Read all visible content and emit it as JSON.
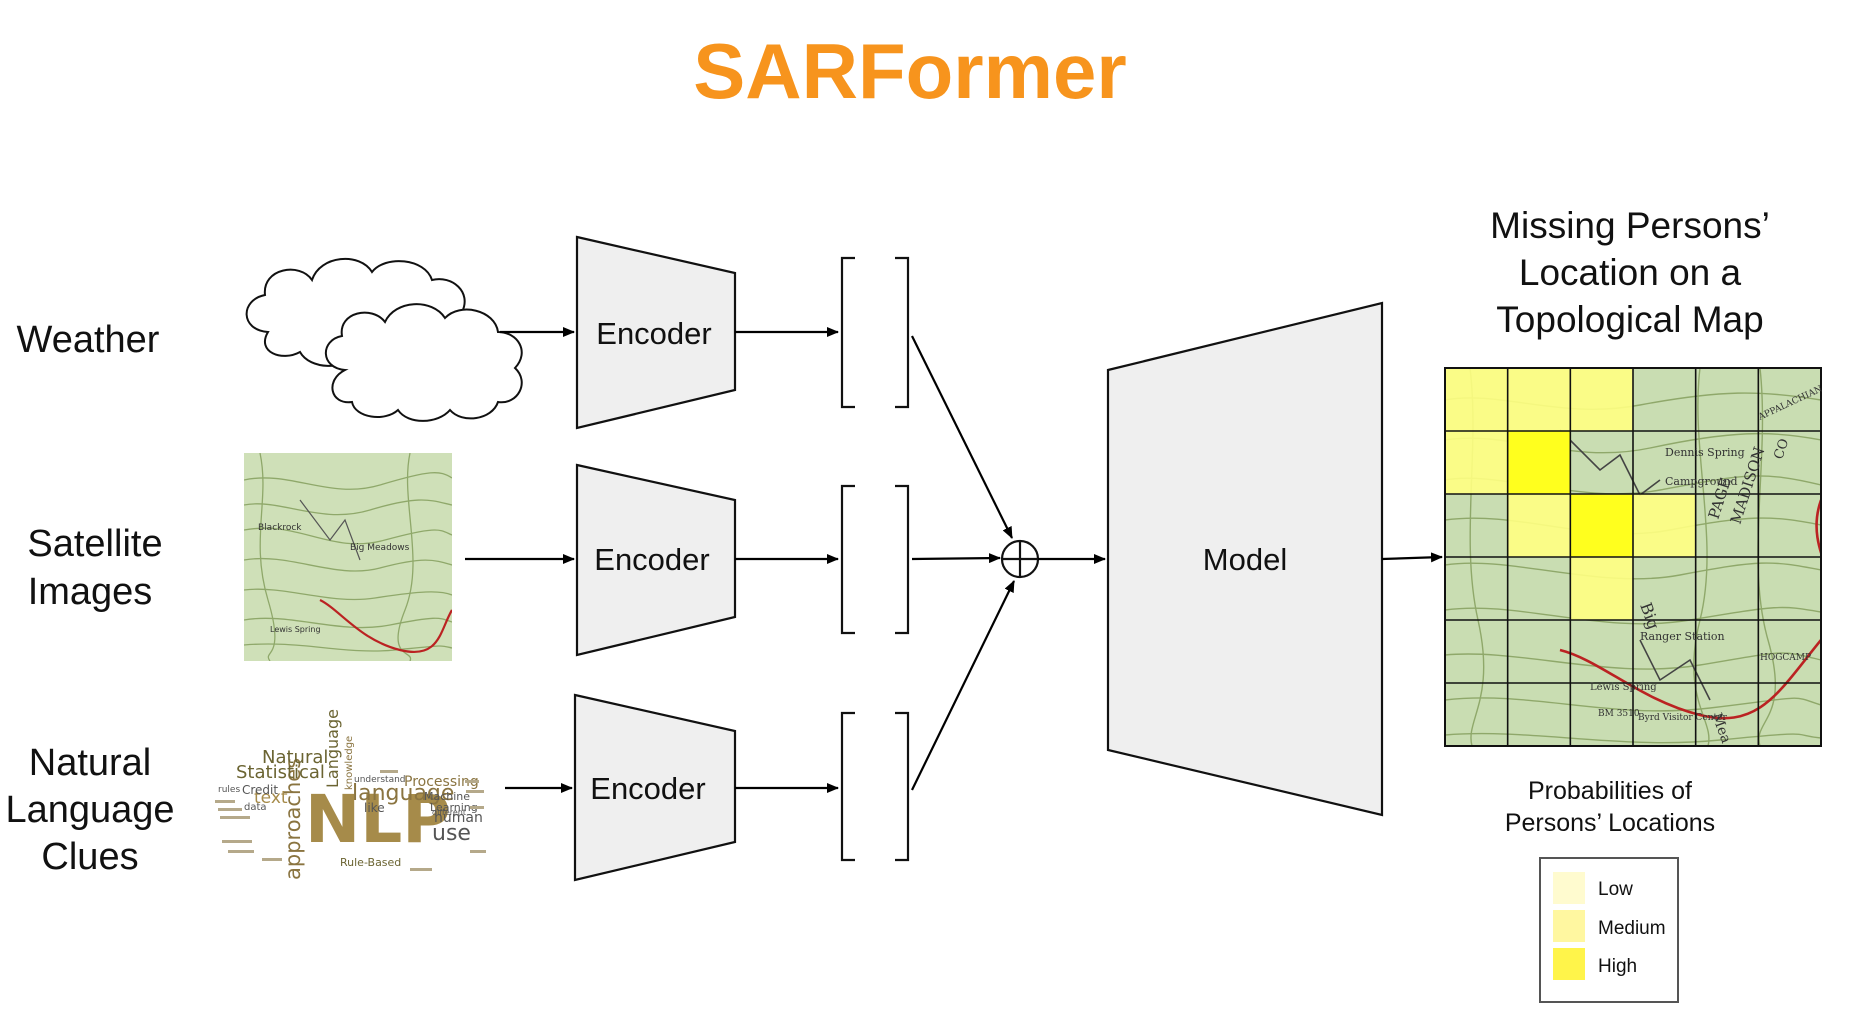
{
  "title": "SARFormer",
  "inputs": {
    "weather": "Weather",
    "satellite": [
      "Satellite",
      "Images"
    ],
    "nlp": [
      "Natural",
      "Language",
      "Clues"
    ]
  },
  "encoder_label": "Encoder",
  "model_label": "Model",
  "output_title": [
    "Missing Persons’",
    "Location on a",
    "Topological Map"
  ],
  "caption": [
    "Probabilities of",
    "Persons’ Locations"
  ],
  "legend": [
    {
      "label": "Low",
      "color": "#fffbcf"
    },
    {
      "label": "Medium",
      "color": "#fff7a0"
    },
    {
      "label": "High",
      "color": "#fff44a"
    }
  ],
  "colors": {
    "title": "#f7941d",
    "map_green": "#c9ddb2",
    "map_contour": "#8fa86a",
    "cell_low": "#ffffc4",
    "cell_medium": "#ffff7a",
    "cell_high": "#ffff1e"
  },
  "probability_grid": [
    [
      "medium",
      "medium",
      "medium",
      "none",
      "none",
      "none"
    ],
    [
      "medium",
      "high",
      "none",
      "none",
      "none",
      "none"
    ],
    [
      "none",
      "medium",
      "high",
      "medium",
      "none",
      "none"
    ],
    [
      "none",
      "none",
      "medium",
      "none",
      "none",
      "none"
    ],
    [
      "none",
      "none",
      "none",
      "none",
      "none",
      "none"
    ],
    [
      "none",
      "none",
      "none",
      "none",
      "none",
      "none"
    ]
  ],
  "wordcloud": [
    "NLP",
    "approaches",
    "language",
    "Natural",
    "Statistical",
    "Language",
    "Processing",
    "text",
    "use",
    "human",
    "knowledge",
    "Machine",
    "Learning",
    "Rule-Based",
    "data",
    "like",
    "Credit",
    "rules",
    "understand",
    "different"
  ],
  "map_text": [
    "Blackrock",
    "Big Meadows",
    "Lewis Spring",
    "Byrd Visitor Center",
    "Dennis Spring",
    "Campground",
    "Ranger Station",
    "PAGE",
    "MADISON",
    "CO",
    "APPALACHIAN",
    "Big",
    "Mea",
    "BM 3510",
    "HOGCAMP"
  ]
}
